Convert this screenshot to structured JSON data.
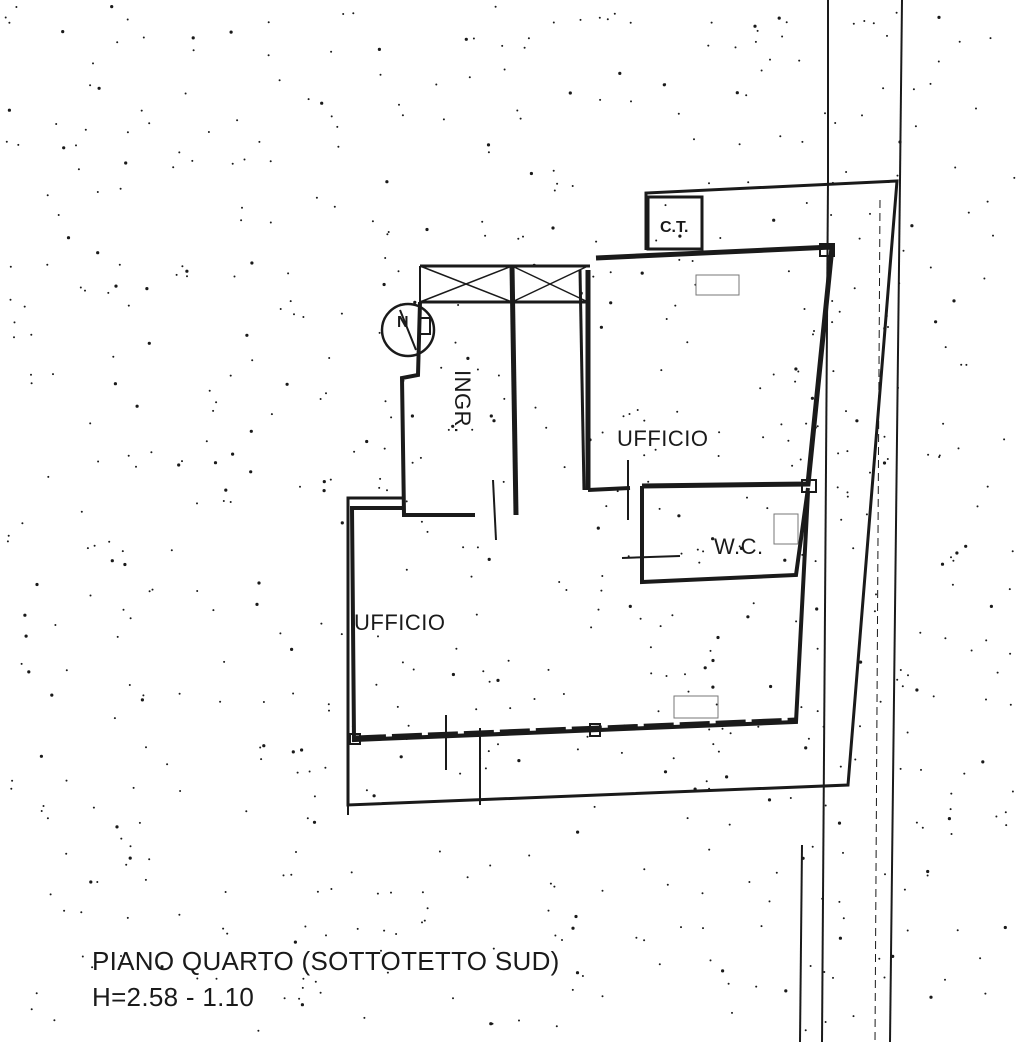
{
  "labels": {
    "ct": "C.T.",
    "ingr": "INGR.",
    "ufficio_upper": "UFFICIO",
    "wc": "W.C.",
    "ufficio_lower": "UFFICIO",
    "north": "N"
  },
  "caption": {
    "title": "PIANO QUARTO (SOTTOTETTO SUD)",
    "height": "H=2.58 - 1.10"
  },
  "colors": {
    "ink": "#1a1a1a",
    "paper": "#ffffff"
  }
}
